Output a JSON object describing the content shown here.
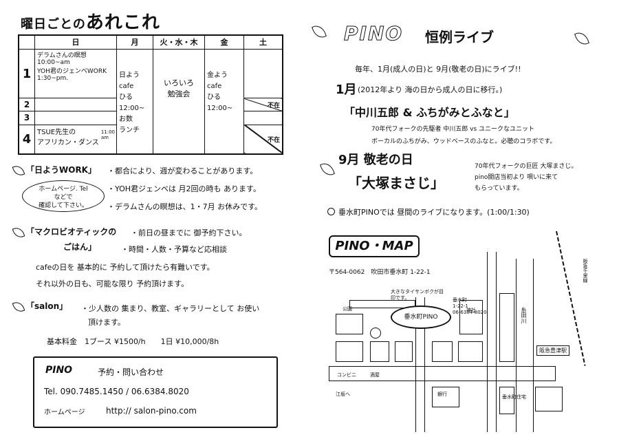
{
  "left": {
    "title_small": "曜日ごとの",
    "title_big": "あれこれ",
    "schedule": {
      "headers": [
        "日",
        "月",
        "火・水・木",
        "金",
        "土"
      ],
      "rows": [
        {
          "num": "1",
          "sun": "デラムさんの瞑想\n10:00~am\nYOH君のジェンベWORK\n1:30~pm."
        },
        {
          "num": "2",
          "sun": ""
        },
        {
          "num": "3",
          "sun": ""
        },
        {
          "num": "4",
          "sun": "TSUE先生の\nアフリカン・ダンス",
          "sun_time": "11:00\nam"
        }
      ],
      "mon": "日よう\ncafe\nひる\n12:00~\nお数\nランチ",
      "tue_thu": "いろいろ\n勉強会",
      "fri": "金よう\ncafe\nひる\n12:00~",
      "sat_closed_1": "不在",
      "sat_closed_2": "不在"
    },
    "sunday_work_head": "「日ようWORK」",
    "sunday_work_lines": [
      "・都合により、週が変わることがあります。",
      "・YOH君ジェンベは 月2回の時も あります。",
      "・デラムさんの瞑想は、1・7月 お休みです。"
    ],
    "hp_note": "ホームページ. Tel\nなどで\n確認して下さい。",
    "macro_head_1": "「マクロビオティックの",
    "macro_head_2": "ごはん」",
    "macro_lines": [
      "・前日の昼までに 御予約下さい。",
      "・時間・人数・予算など応相談"
    ],
    "cafe_lines": [
      "cafeの日を 基本的に 予約して頂けたら有難いです。",
      "それ以外の日も、可能な限り 予約頂けます。"
    ],
    "salon_head": "「salon」",
    "salon_lines": [
      "・少人数の 集まり、教室、ギャラリーとして お使い",
      "頂けます。"
    ],
    "fee": "基本料金　1ブース ¥1500/h　　1日 ¥10,000/8h",
    "contact": {
      "name": "PINO",
      "label": "予約・問い合わせ",
      "tel": "Tel. 090.7485.1450 / 06.6384.8020",
      "hp_label": "ホームページ",
      "hp": "http:// salon-pino.com"
    }
  },
  "right": {
    "title": "PINO",
    "subtitle": "恒例ライブ",
    "intro": "毎年、1月(成人の日)と 9月(敬老の日)にライブ!!",
    "jan_head": "1月",
    "jan_note": "(2012年より 海の日から成人の日に移行。)",
    "jan_artist": "「中川五郎 & ふちがみとふなと」",
    "jan_desc_1": "70年代フォークの先駆者 中川五郎 vs ユニークなユニット",
    "jan_desc_2": "ボーカルのふちがみ、ウッドベースのふなと。必聴のコラボです。",
    "sep_head": "9月 敬老の日",
    "sep_artist": "「大塚まさじ」",
    "sep_desc": "70年代フォークの巨匠 大塚まさじ。\npino開店当初より 唄いに来て\nもらっています。",
    "note": "垂水町PINOでは 昼間のライブになります。(1:00/1:30)",
    "map_title": "PINO・MAP",
    "address": "〒564-0062　吹田市垂水町 1-22-1",
    "map_labels": {
      "pino": "垂水町PINO",
      "tree": "大きなタイサンボクが目印です。",
      "pino_addr": "垂水町\n1-22-1\n06-6384-8020",
      "station": "阪急豊津駅",
      "river": "糸田川",
      "line": "阪急千里線",
      "apt": "垂水町住宅",
      "conv": "コンビニ",
      "shop": "酒屋",
      "esaka": "江坂へ",
      "kiosk": "公園",
      "temple": "神社",
      "bank": "銀行"
    }
  }
}
